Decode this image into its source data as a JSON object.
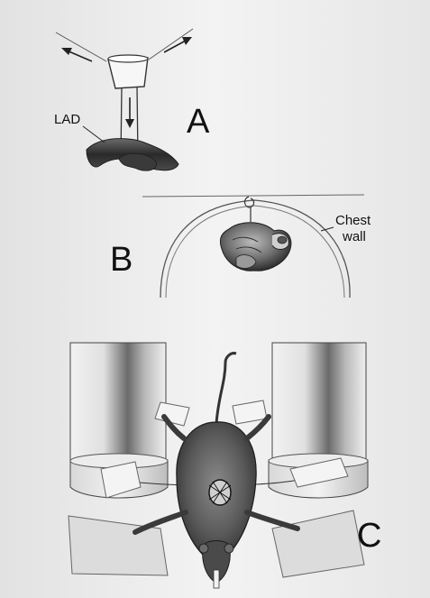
{
  "figure": {
    "panels": [
      {
        "letter": "A",
        "labels": [
          "LAD"
        ]
      },
      {
        "letter": "B",
        "labels": [
          "Chest",
          "wall"
        ]
      },
      {
        "letter": "C",
        "labels": []
      }
    ]
  }
}
